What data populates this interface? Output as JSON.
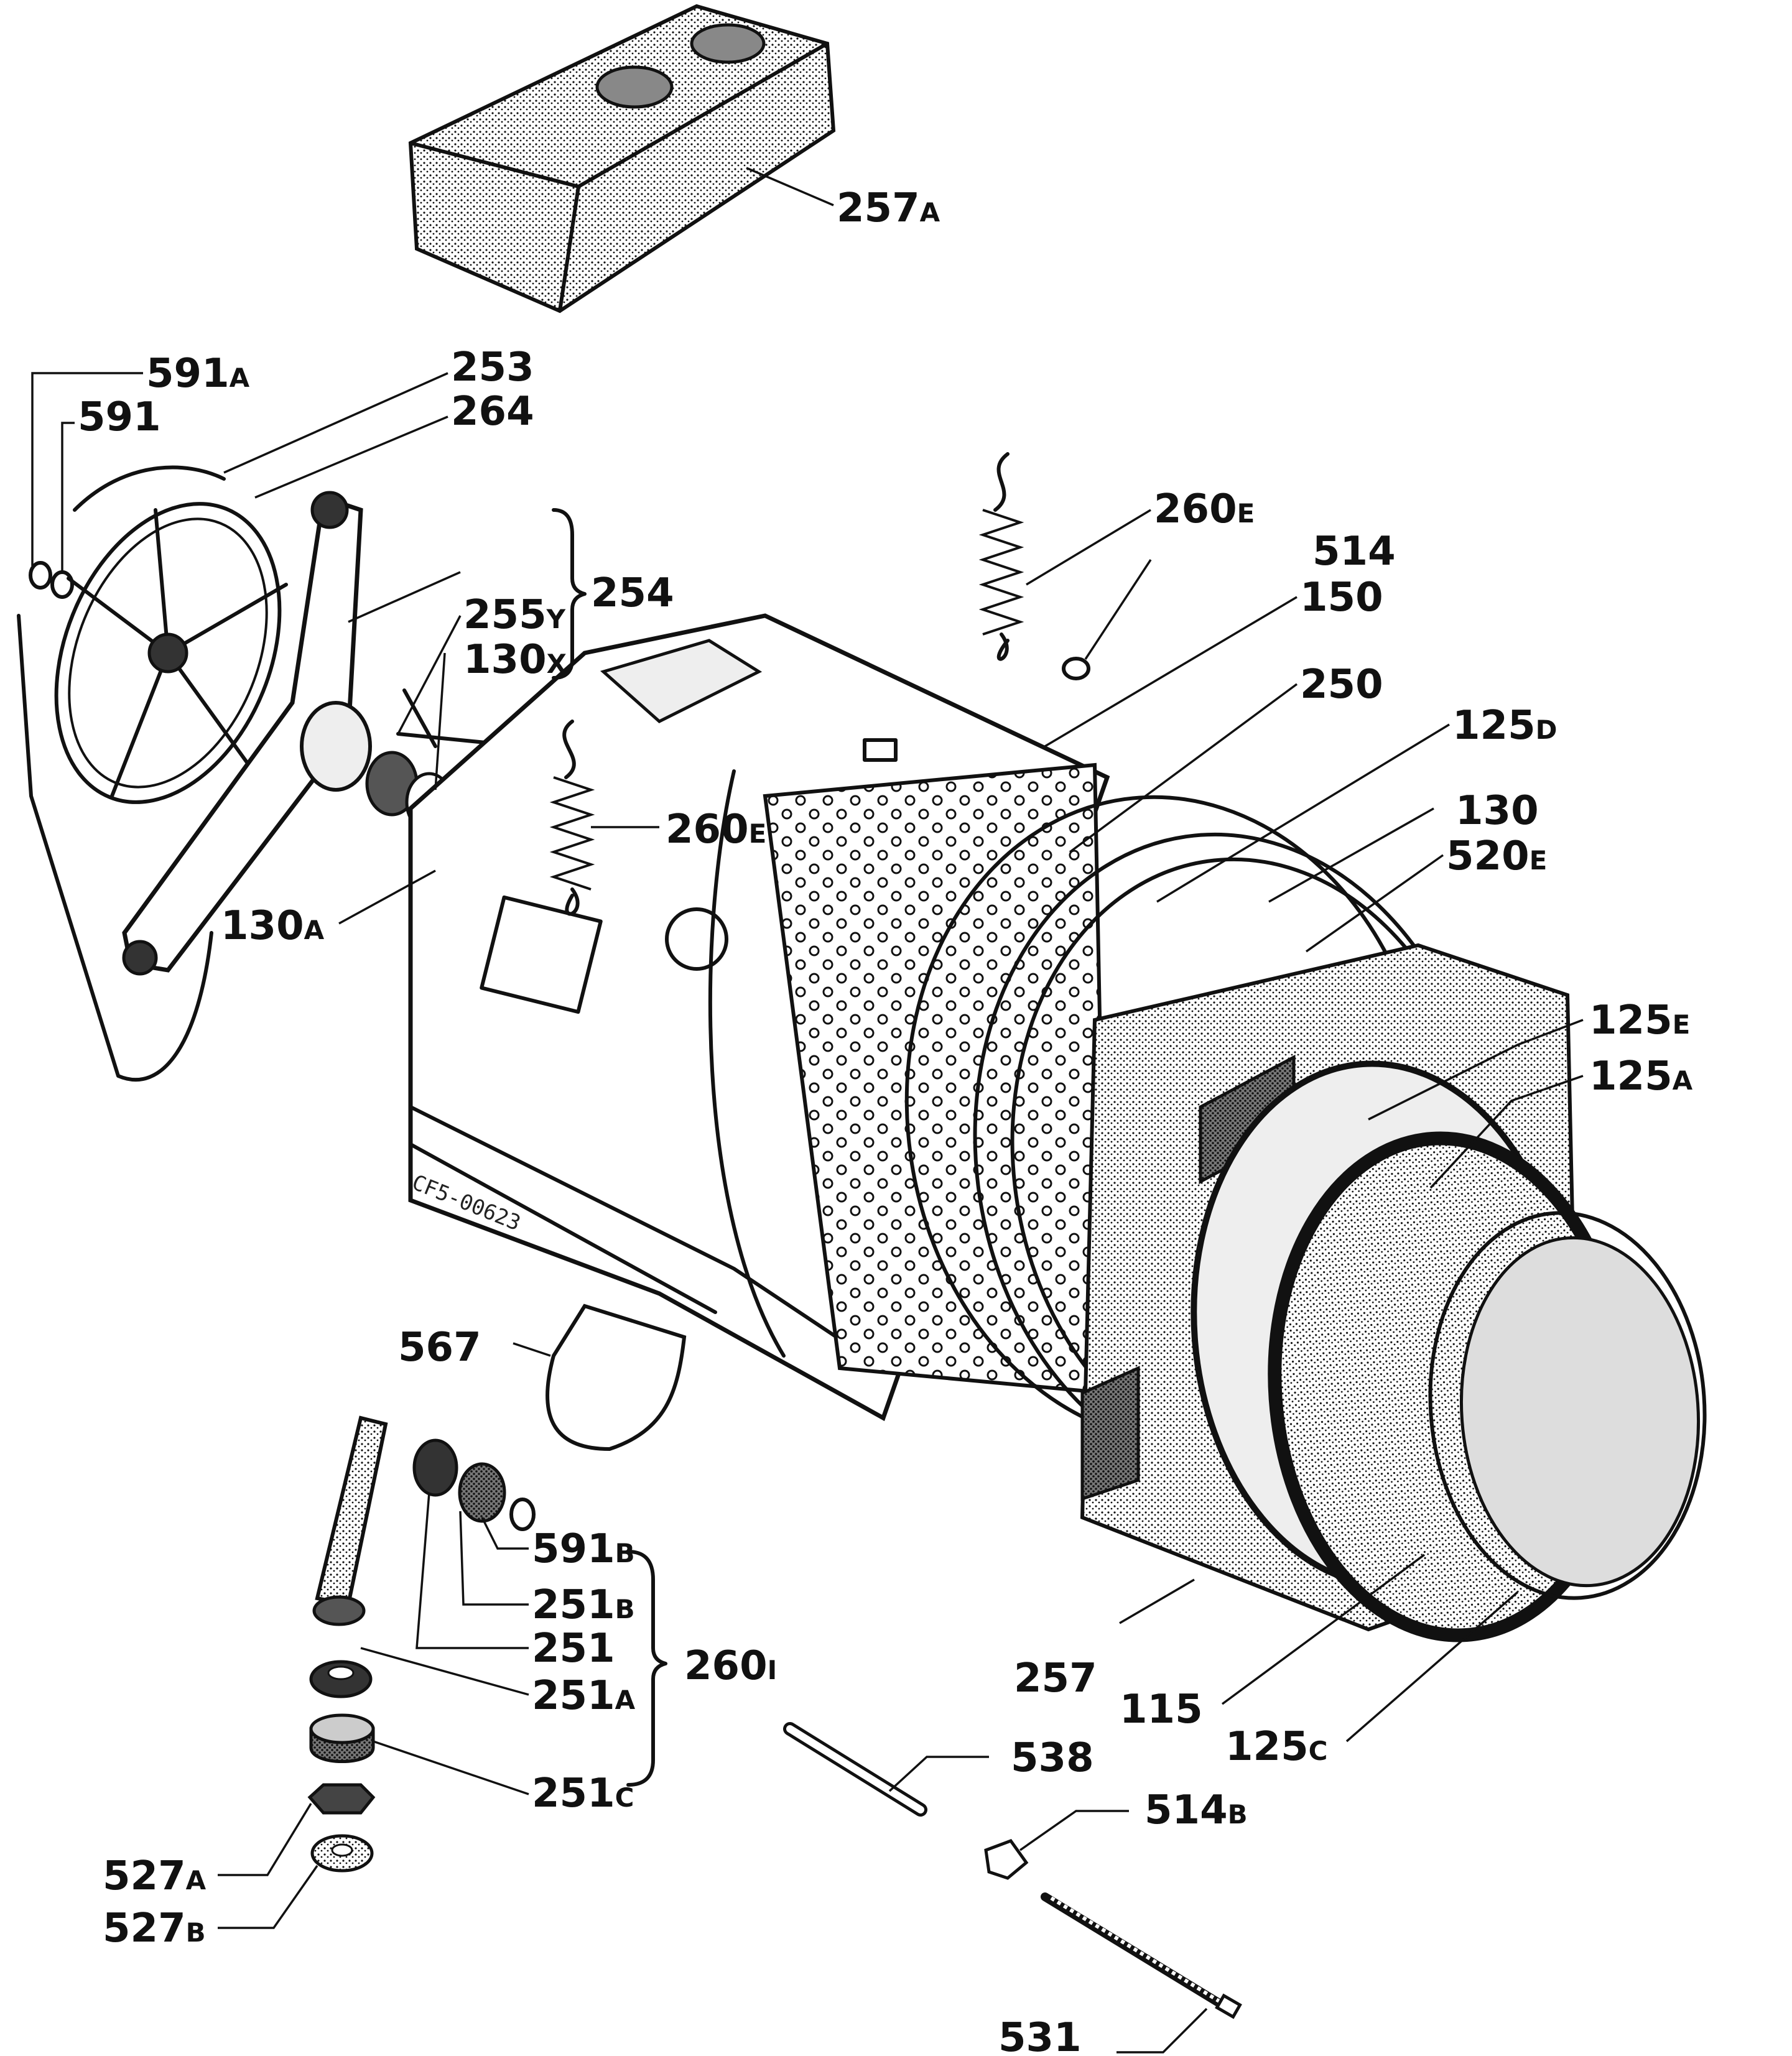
{
  "stamp": "CF5-00623",
  "labels": {
    "l257A": {
      "num": "257",
      "sfx": "A"
    },
    "l591A": {
      "num": "591",
      "sfx": "A"
    },
    "l253": {
      "num": "253",
      "sfx": ""
    },
    "l591": {
      "num": "591",
      "sfx": ""
    },
    "l264": {
      "num": "264",
      "sfx": ""
    },
    "l260E_top": {
      "num": "260",
      "sfx": "E"
    },
    "l514": {
      "num": "514",
      "sfx": ""
    },
    "l254": {
      "num": "254",
      "sfx": ""
    },
    "l150": {
      "num": "150",
      "sfx": ""
    },
    "l255Y": {
      "num": "255",
      "sfx": "Y"
    },
    "l130X": {
      "num": "130",
      "sfx": "X"
    },
    "l250": {
      "num": "250",
      "sfx": ""
    },
    "l125D": {
      "num": "125",
      "sfx": "D"
    },
    "l260E_mid": {
      "num": "260",
      "sfx": "E"
    },
    "l130": {
      "num": "130",
      "sfx": ""
    },
    "l520E": {
      "num": "520",
      "sfx": "E"
    },
    "l130A": {
      "num": "130",
      "sfx": "A"
    },
    "l125E": {
      "num": "125",
      "sfx": "E"
    },
    "l125A": {
      "num": "125",
      "sfx": "A"
    },
    "l567": {
      "num": "567",
      "sfx": ""
    },
    "l591B": {
      "num": "591",
      "sfx": "B"
    },
    "l251B": {
      "num": "251",
      "sfx": "B"
    },
    "l251": {
      "num": "251",
      "sfx": ""
    },
    "l260I": {
      "num": "260",
      "sfx": "I"
    },
    "l257": {
      "num": "257",
      "sfx": ""
    },
    "l115": {
      "num": "115",
      "sfx": ""
    },
    "l125C": {
      "num": "125",
      "sfx": "C"
    },
    "l251A": {
      "num": "251",
      "sfx": "A"
    },
    "l538": {
      "num": "538",
      "sfx": ""
    },
    "l251C": {
      "num": "251",
      "sfx": "C"
    },
    "l514B": {
      "num": "514",
      "sfx": "B"
    },
    "l527A": {
      "num": "527",
      "sfx": "A"
    },
    "l527B": {
      "num": "527",
      "sfx": "B"
    },
    "l531": {
      "num": "531",
      "sfx": ""
    }
  }
}
